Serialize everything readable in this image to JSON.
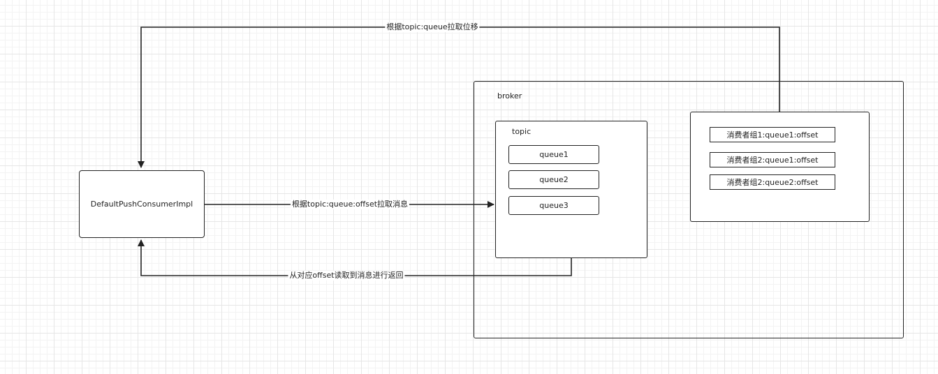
{
  "consumer": {
    "label": "DefaultPushConsumerImpl"
  },
  "broker": {
    "label": "broker",
    "topic": {
      "label": "topic",
      "queues": [
        "queue1",
        "queue2",
        "queue3"
      ]
    },
    "offsets": [
      "消费者组1:queue1:offset",
      "消费者组2:queue1:offset",
      "消费者组2:queue2:offset"
    ]
  },
  "edges": {
    "pull_offset": "根据topic:queue拉取位移",
    "pull_message": "根据topic:queue:offset拉取消息",
    "return_message": "从对应offset读取到消息进行返回"
  },
  "colors": {
    "stroke": "#222222",
    "grid": "#e6e6e6",
    "background": "#ffffff"
  }
}
